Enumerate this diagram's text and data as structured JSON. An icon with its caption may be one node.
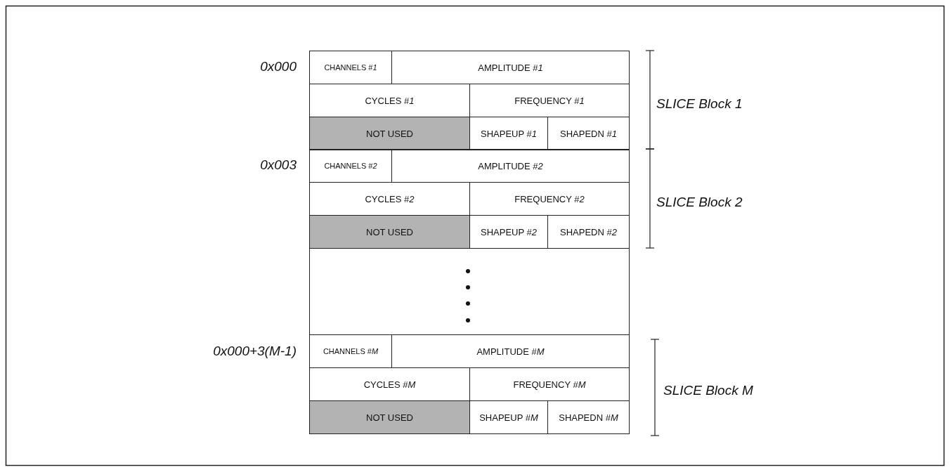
{
  "diagram": {
    "nodes": [
      {
        "text": [
          "CHANNELS #*1*"
        ]
      },
      {
        "text": [
          "AMPLITUDE #*1*"
        ]
      },
      {
        "text": [
          "CYCLES #*1*"
        ]
      },
      {
        "text": [
          "FREQUENCY #*1*"
        ]
      },
      {
        "text": [
          "NOT USED"
        ]
      },
      {
        "text": [
          "SHAPEUP #*1*"
        ]
      },
      {
        "text": [
          "SHAPEDN #*1*"
        ]
      },
      {
        "text": [
          "CHANNELS #*2*"
        ]
      },
      {
        "text": [
          "AMPLITUDE #*2*"
        ]
      },
      {
        "text": [
          "CYCLES #*2*"
        ]
      },
      {
        "text": [
          "FREQUENCY #*2*"
        ]
      },
      {
        "text": [
          "NOT USED"
        ]
      },
      {
        "text": [
          "SHAPEUP #*2*"
        ]
      },
      {
        "text": [
          "SHAPEDN #*2*"
        ]
      },
      {
        "text": [],
        "shape": "box"
      },
      {
        "text": [
          "CHANNELS #*M*"
        ]
      },
      {
        "text": [
          "AMPLITUDE #*M*"
        ]
      },
      {
        "text": [
          "CYCLES #*M*"
        ]
      },
      {
        "text": [
          "FREQUENCY #*M*"
        ]
      },
      {
        "text": [
          "NOT USED"
        ]
      },
      {
        "text": [
          "SHAPEUP #*M*"
        ]
      },
      {
        "text": [
          "SHAPEDN #*M*"
        ]
      }
    ],
    "labels": [
      "0x000",
      "SLICE Block 1",
      "0x003",
      "SLICE Block 2",
      "0x000+3(M-1)",
      "SLICE Block M"
    ]
  }
}
